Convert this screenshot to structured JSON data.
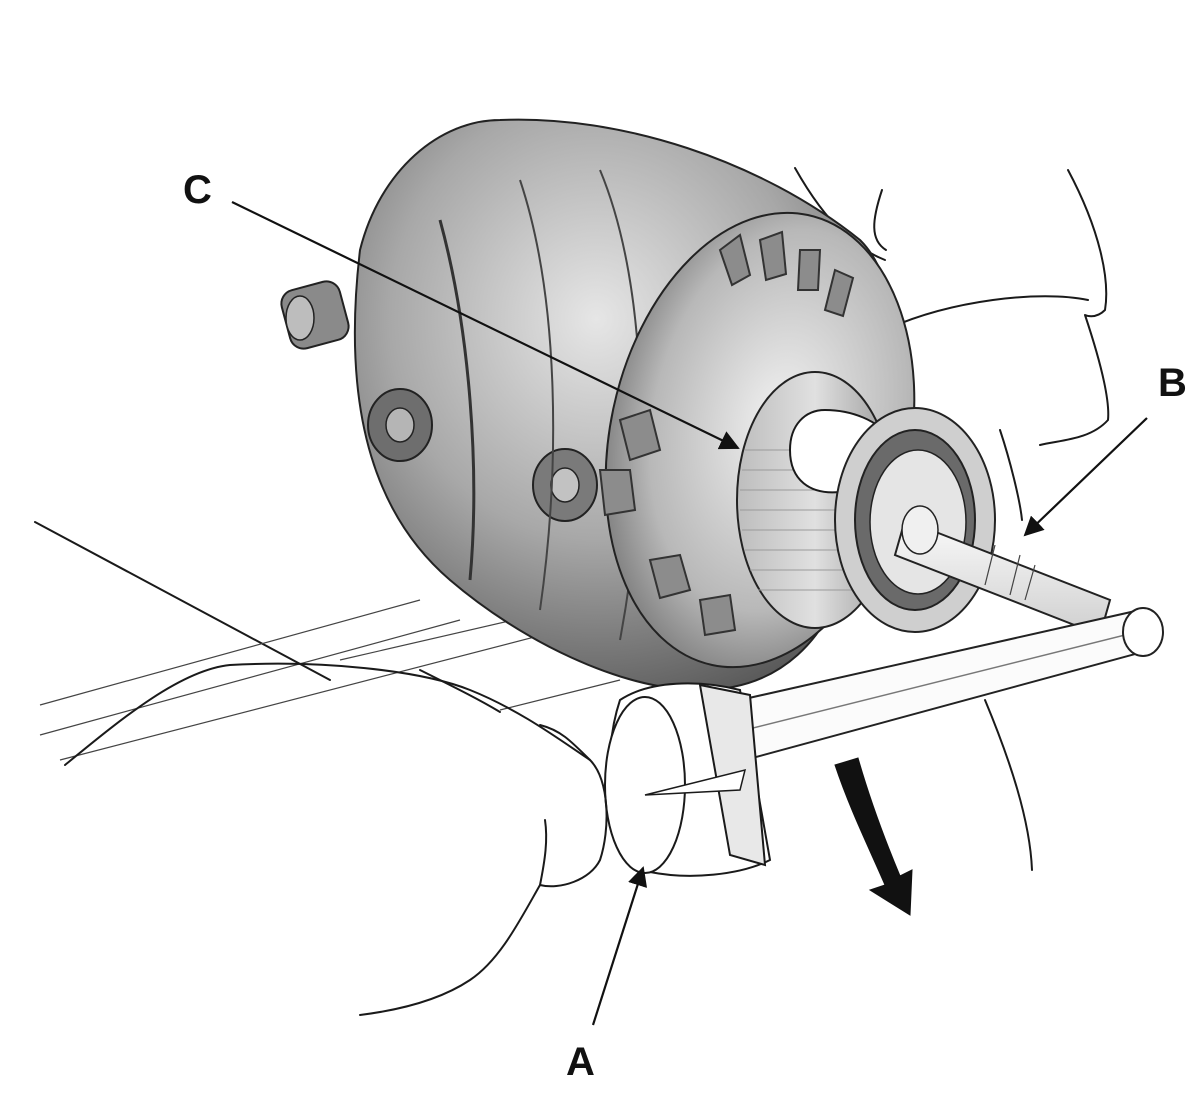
{
  "callouts": [
    {
      "id": "C",
      "label": "C"
    },
    {
      "id": "B",
      "label": "B"
    },
    {
      "id": "A",
      "label": "A"
    }
  ],
  "colors": {
    "ink": "#111111",
    "body_dark": "#5e5e5e",
    "body_mid": "#9a9a9a",
    "body_light": "#d4d4d4",
    "background": "#ffffff"
  },
  "icons": [
    "rotation-arrow-icon"
  ]
}
